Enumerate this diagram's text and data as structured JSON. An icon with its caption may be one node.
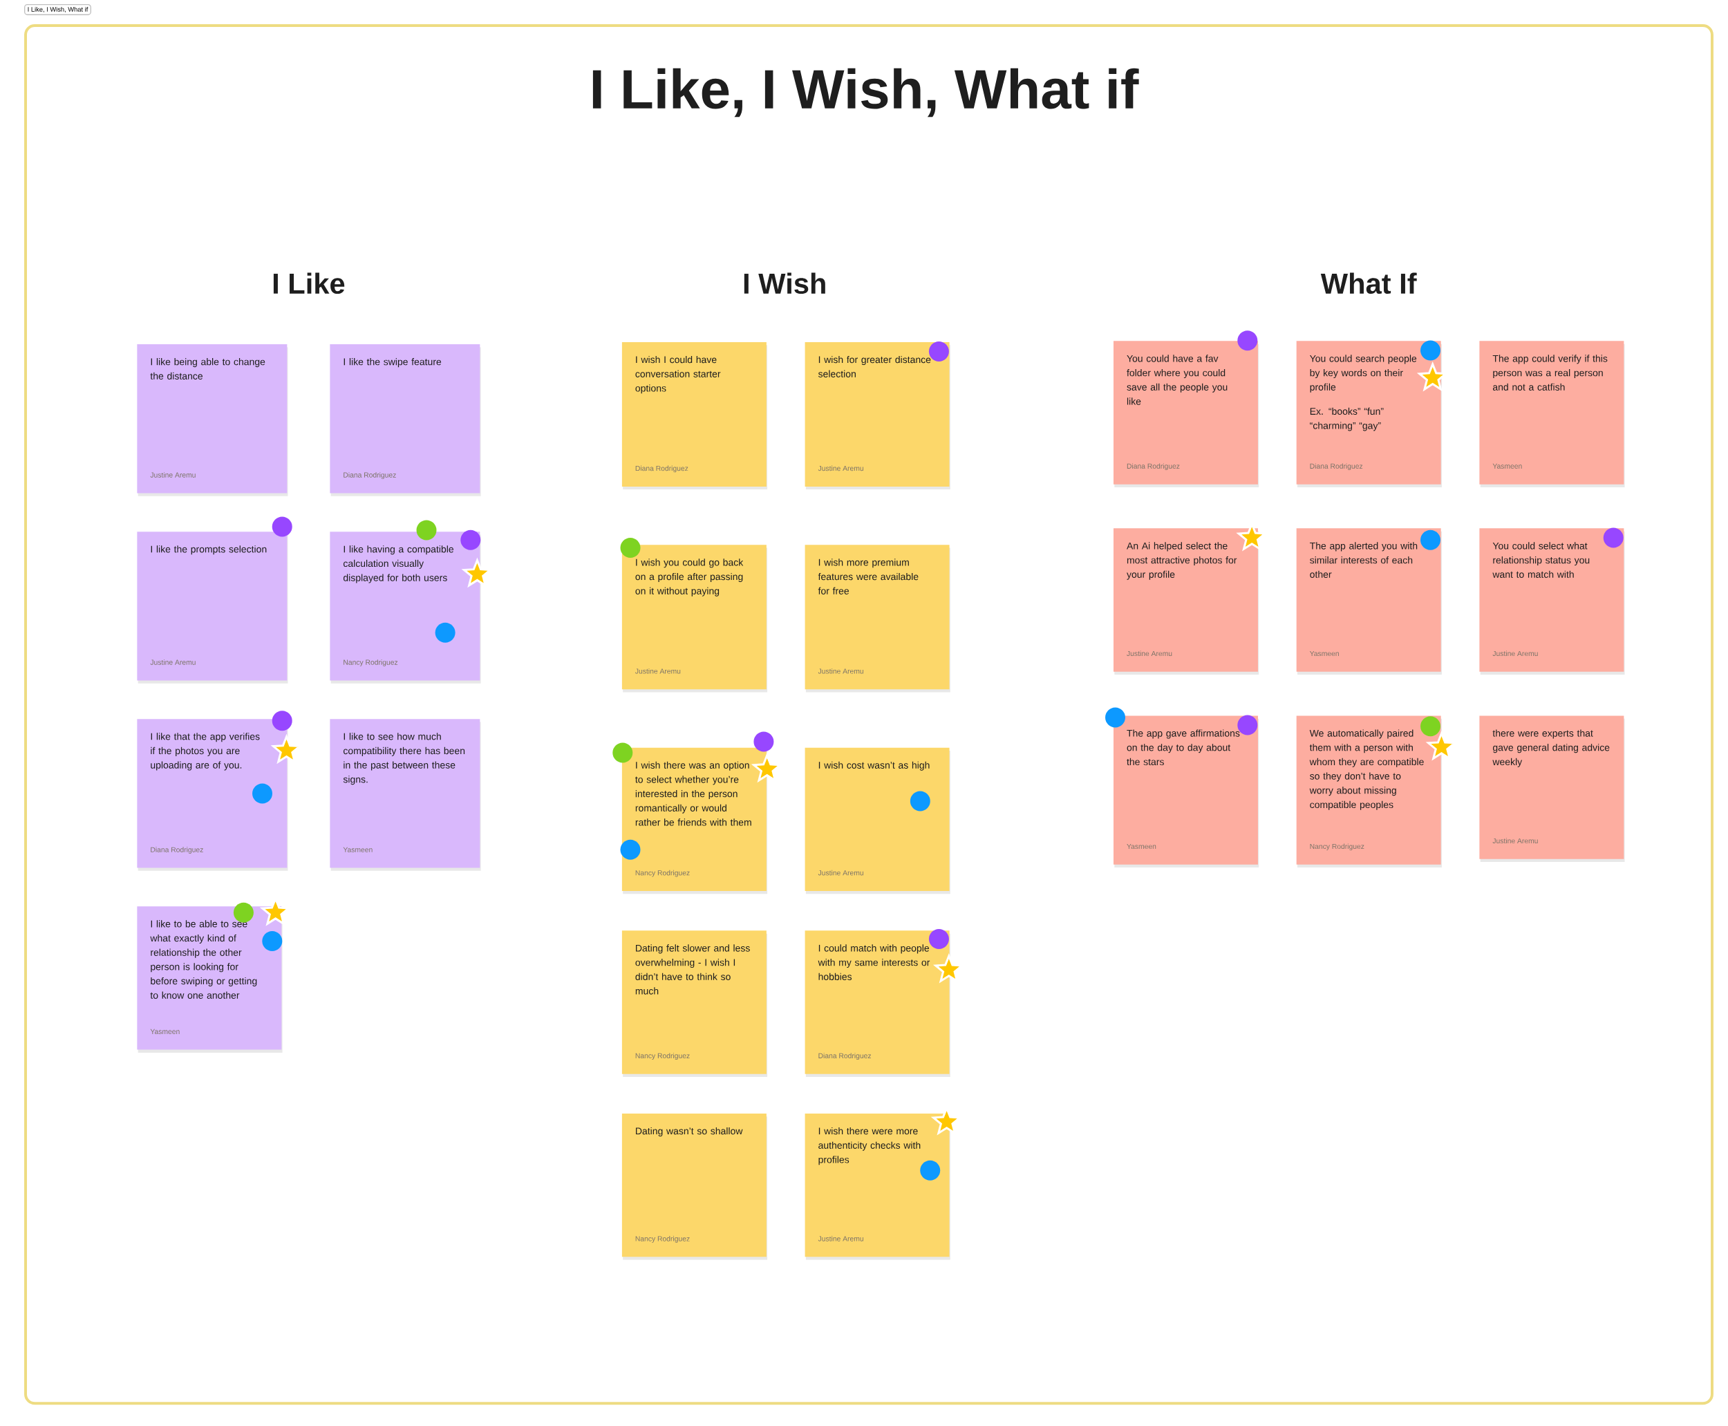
{
  "diagram": {
    "title": "I Like, I Wish, What if",
    "nodes": [
      {
        "text": [],
        "shape": "box"
      },
      {
        "text": [
          "I like being able to change the distance",
          "Justine Aremu"
        ],
        "in": 0
      },
      {
        "text": [
          "I like the swipe feature",
          "Diana Rodriguez"
        ],
        "in": 0
      },
      {
        "text": [
          "I like the prompts selection",
          "Justine Aremu"
        ],
        "in": 0
      },
      {
        "text": [
          "I like having a compatible calculation visually displayed for both users",
          "Nancy Rodriguez"
        ],
        "in": 0
      },
      {
        "text": [
          "I like that the app verifies if the photos you are uploading are of you.",
          "Diana Rodriguez"
        ],
        "in": 0
      },
      {
        "text": [
          "I like to see how much compatibility there has been in the past between these signs.",
          "Yasmeen"
        ],
        "in": 0
      },
      {
        "text": [
          "I like to be able to see what exactly kind of relationship the other person is looking for before swiping or getting to know one another",
          "Yasmeen"
        ],
        "in": 0
      },
      {
        "text": [
          "I wish I could have conversation starter options",
          "Diana Rodriguez"
        ],
        "in": 0
      },
      {
        "text": [
          "I wish for greater distance selection",
          "Justine Aremu"
        ],
        "in": 0
      },
      {
        "text": [
          "I wish you could go back on a profile after passing on it without paying",
          "Justine Aremu"
        ],
        "in": 0
      },
      {
        "text": [
          "I wish more premium features were available for free",
          "Justine Aremu"
        ],
        "in": 0
      },
      {
        "text": [
          "I wish there was an option to select whether you’re interested in the person romantically or would rather be friends with them",
          "Nancy Rodriguez"
        ],
        "in": 0
      },
      {
        "text": [
          "I wish cost wasn’t as high",
          "Justine Aremu"
        ],
        "in": 0
      },
      {
        "text": [
          "Dating felt slower and less overwhelming - I wish I didn’t have to think so much",
          "Nancy Rodriguez"
        ],
        "in": 0
      },
      {
        "text": [
          "I could match with people with my same interests or hobbies",
          "Diana Rodriguez"
        ],
        "in": 0
      },
      {
        "text": [
          "Dating wasn’t so shallow",
          "Nancy Rodriguez"
        ],
        "in": 0
      },
      {
        "text": [
          "I wish there were more authenticity checks with profiles",
          "Justine Aremu"
        ],
        "in": 0
      },
      {
        "text": [
          "You could have a fav folder where you could save all the people you like",
          "Diana Rodriguez"
        ],
        "in": 0
      },
      {
        "text": [
          "You could search people by key words on their profile",
          "Ex. “books” “fun” “charming” “gay”",
          "Diana Rodriguez"
        ],
        "in": 0
      },
      {
        "text": [
          "The app could verify if this person was a real person and not a catfish",
          "Yasmeen"
        ],
        "in": 0
      },
      {
        "text": [
          "An Ai helped select the most attractive photos for your profile",
          "Justine Aremu"
        ],
        "in": 0
      },
      {
        "text": [
          "The app alerted you with similar interests of each other",
          "Yasmeen"
        ],
        "in": 0
      },
      {
        "text": [
          "You could select what relationship status you want to match with",
          "Justine Aremu"
        ],
        "in": 0
      },
      {
        "text": [
          "The app gave affirmations on the day to day about the stars",
          "Yasmeen"
        ],
        "in": 0
      },
      {
        "text": [
          "We automatically paired them with a person with whom they are compatible so they don’t have to worry about missing compatible peoples",
          "Nancy Rodriguez"
        ],
        "in": 0
      },
      {
        "text": [
          "there were experts that gave general dating advice weekly",
          "Justine Aremu"
        ],
        "in": 0
      }
    ],
    "labels": [
      "I Like, I Wish, What if",
      "I Like",
      "I Wish",
      "What If"
    ]
  }
}
